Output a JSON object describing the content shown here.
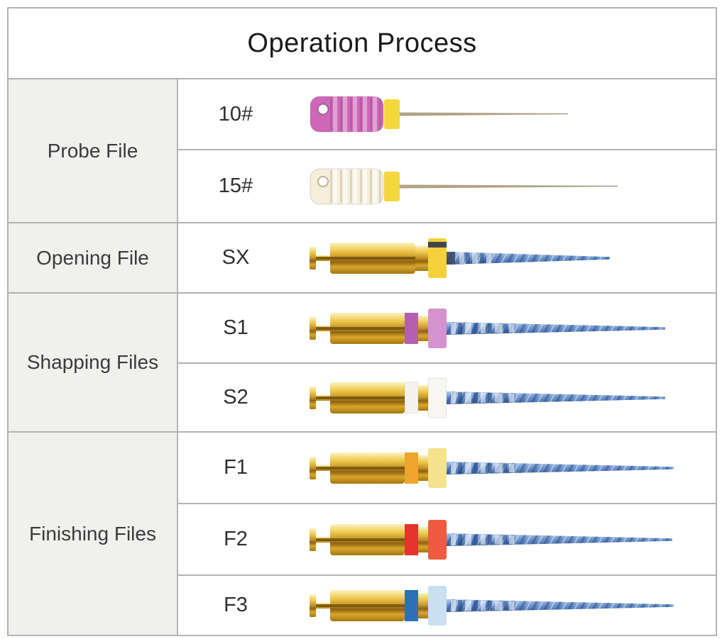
{
  "title": "Operation Process",
  "colors": {
    "grid_line": "#b3b3b1",
    "label_cell_bg": "#f0f0ee",
    "shank_gold": "#d8a62c",
    "shaft_blue": "#6b93ca"
  },
  "groups": [
    {
      "label": "Probe File",
      "rows": [
        {
          "code": "10#",
          "file_kind": "hand-file",
          "handle_color": "#cf67b8",
          "collar_color": "#f2d83d",
          "wire_color": "#b1a287"
        },
        {
          "code": "15#",
          "file_kind": "hand-file",
          "handle_color": "#f4eedb",
          "collar_color": "#f2d83d",
          "wire_color": "#b1a287"
        }
      ]
    },
    {
      "label": "Opening File",
      "rows": [
        {
          "code": "SX",
          "file_kind": "rotary-file",
          "collar_color": "#f2d13a",
          "collar_band_color": "#41464d"
        }
      ]
    },
    {
      "label": "Shapping Files",
      "rows": [
        {
          "code": "S1",
          "file_kind": "rotary-file",
          "ring_color": "#b55fb3",
          "collar_color": "#d492cf"
        },
        {
          "code": "S2",
          "file_kind": "rotary-file",
          "ring_color": "#f4f2ec",
          "collar_color": "#f7f6f2"
        }
      ]
    },
    {
      "label": "Finishing Files",
      "rows": [
        {
          "code": "F1",
          "file_kind": "rotary-file",
          "ring_color": "#f0a42c",
          "collar_color": "#f4e28c"
        },
        {
          "code": "F2",
          "file_kind": "rotary-file",
          "ring_color": "#e2352b",
          "collar_color": "#ef5a40"
        },
        {
          "code": "F3",
          "file_kind": "rotary-file",
          "ring_color": "#2e6fba",
          "collar_color": "#c9e0f2"
        }
      ]
    }
  ]
}
